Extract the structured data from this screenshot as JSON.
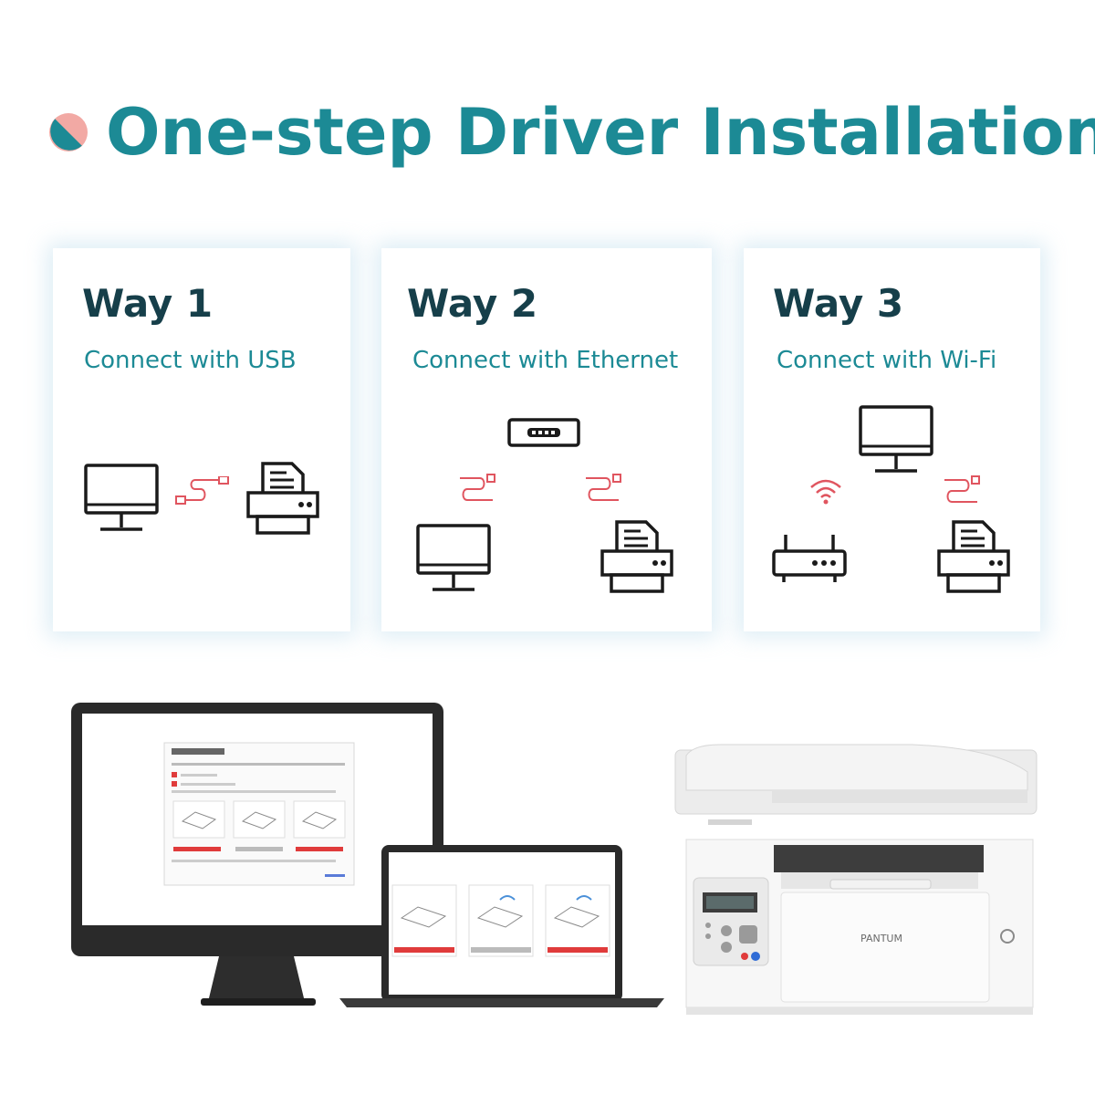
{
  "header": {
    "title": "One-step Driver Installation",
    "dot_icon": "half-circle-dot-icon"
  },
  "colors": {
    "accent_teal": "#1c8a95",
    "dark_heading": "#163f4a",
    "cable_red": "#e0555f",
    "icon_black": "#1a1a1a"
  },
  "ways": [
    {
      "title": "Way 1",
      "subtitle": "Connect with USB",
      "icons": [
        "monitor-icon",
        "usb-cable-icon",
        "printer-icon"
      ]
    },
    {
      "title": "Way 2",
      "subtitle": "Connect with Ethernet",
      "icons": [
        "network-switch-icon",
        "ethernet-cable-icon",
        "monitor-icon",
        "printer-icon"
      ]
    },
    {
      "title": "Way 3",
      "subtitle": "Connect with Wi-Fi",
      "icons": [
        "monitor-icon",
        "wifi-icon",
        "cable-icon",
        "router-icon",
        "printer-icon"
      ]
    }
  ],
  "scene": {
    "brand": "PANTUM",
    "devices": [
      "desktop-monitor",
      "laptop",
      "multifunction-printer"
    ]
  }
}
